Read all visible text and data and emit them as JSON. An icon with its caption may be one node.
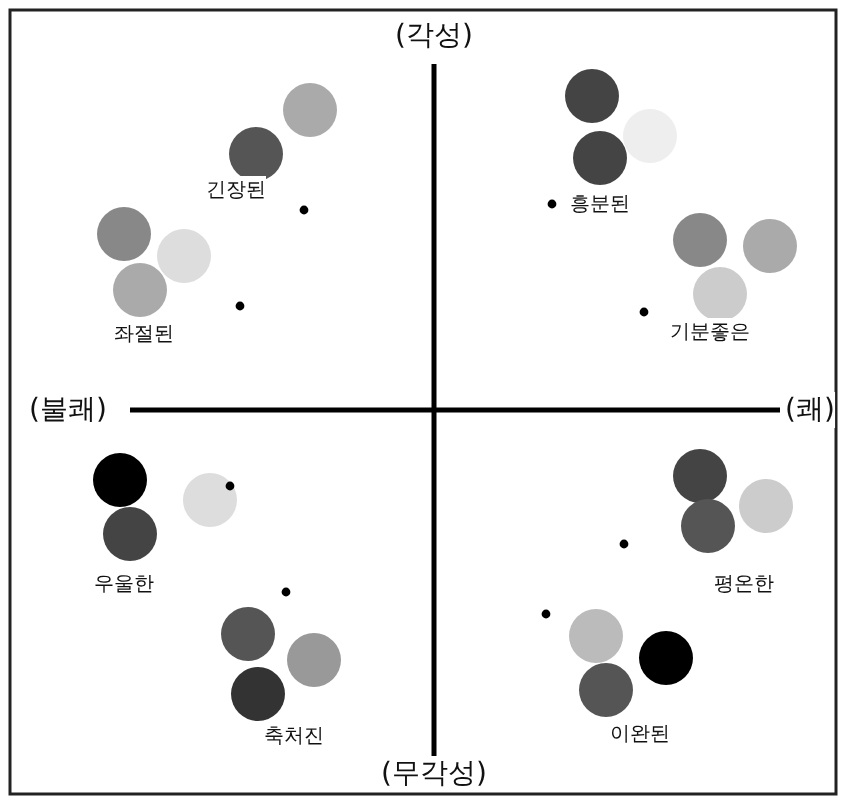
{
  "diagram": {
    "labels": [
      "(각성)",
      "긴장된",
      "흥분된",
      "좌절된",
      "기분좋은",
      "(불쾌)",
      "(쾌)",
      "우울한",
      "평온한",
      "축처진",
      "이완된",
      "(무각성)"
    ]
  }
}
